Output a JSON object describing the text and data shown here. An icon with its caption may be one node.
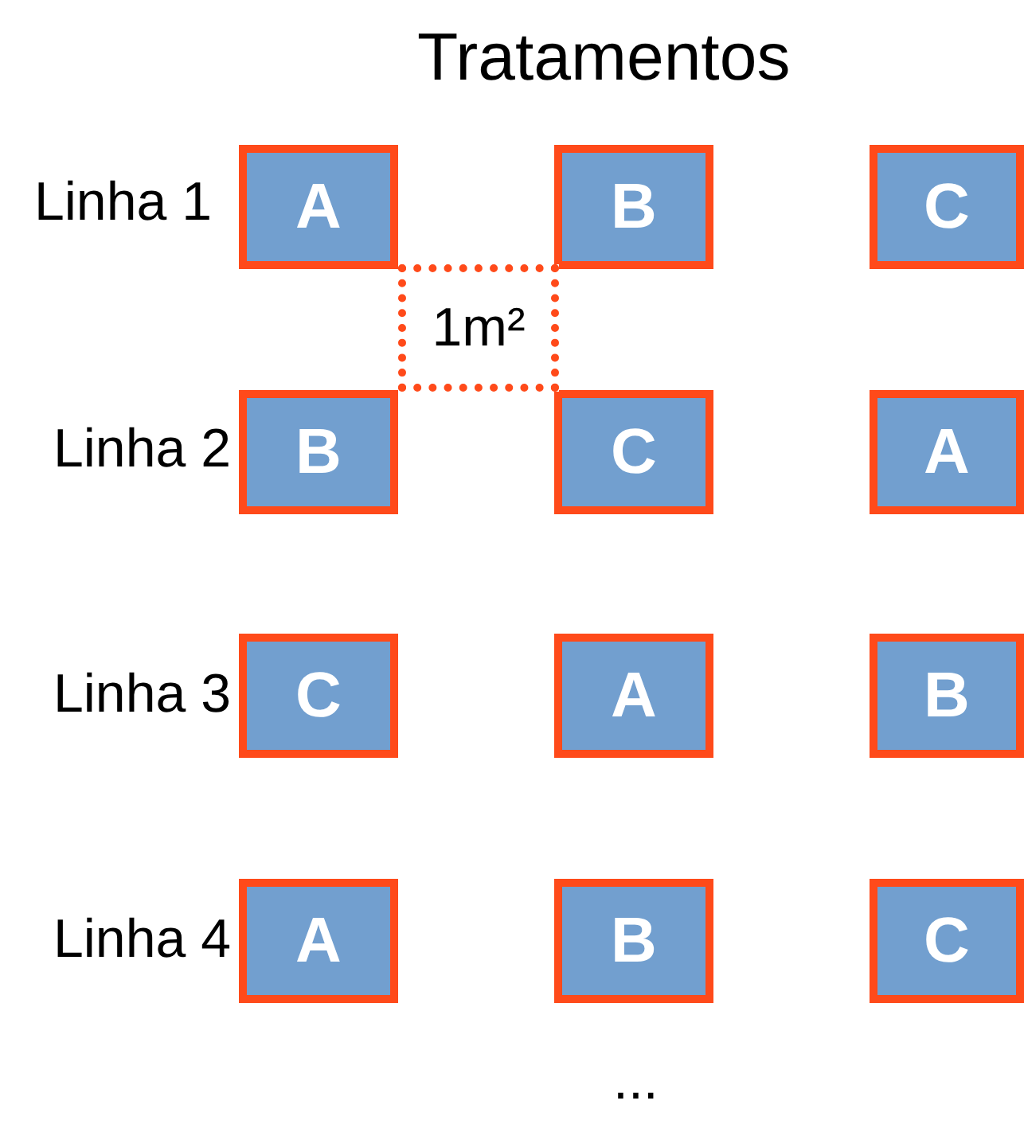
{
  "diagram": {
    "title": "Tratamentos",
    "nodes": [
      {
        "text": [
          "A"
        ]
      },
      {
        "text": [
          "B"
        ]
      },
      {
        "text": [
          "C"
        ]
      },
      {
        "text": [
          "1m²"
        ]
      },
      {
        "text": [
          "B"
        ]
      },
      {
        "text": [
          "C"
        ]
      },
      {
        "text": [
          "A"
        ]
      },
      {
        "text": [
          "C"
        ]
      },
      {
        "text": [
          "A"
        ]
      },
      {
        "text": [
          "B"
        ]
      },
      {
        "text": [
          "A"
        ]
      },
      {
        "text": [
          "B"
        ]
      },
      {
        "text": [
          "C"
        ]
      }
    ],
    "labels": [
      "Linha 1",
      "Linha 2",
      "Linha 3",
      "Linha 4",
      "..."
    ]
  }
}
